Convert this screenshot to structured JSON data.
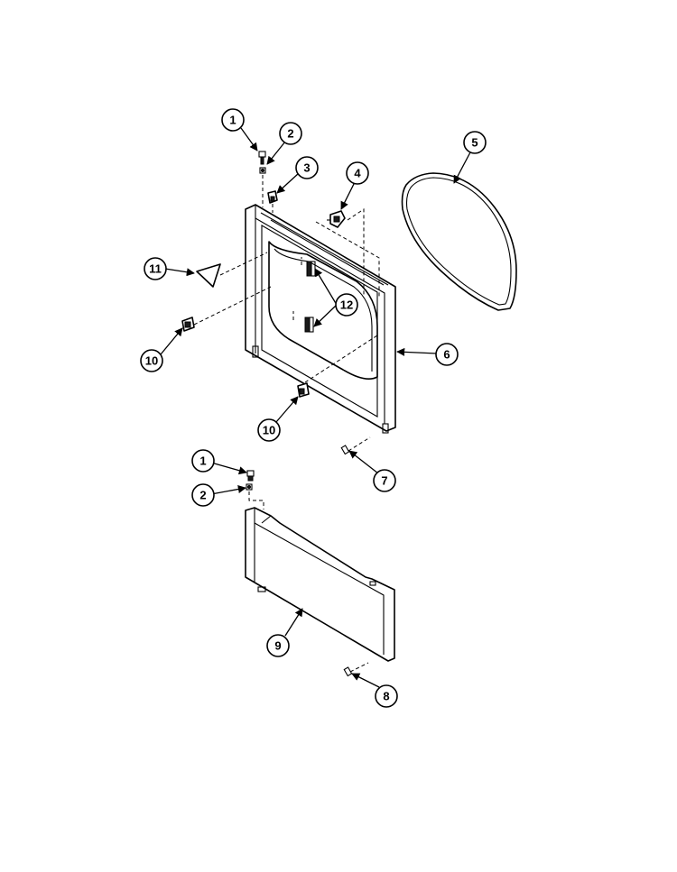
{
  "callouts": [
    {
      "id": "c1a",
      "label": "1"
    },
    {
      "id": "c2a",
      "label": "2"
    },
    {
      "id": "c3",
      "label": "3"
    },
    {
      "id": "c4",
      "label": "4"
    },
    {
      "id": "c5",
      "label": "5"
    },
    {
      "id": "c11",
      "label": "11"
    },
    {
      "id": "c12",
      "label": "12"
    },
    {
      "id": "c10a",
      "label": "10"
    },
    {
      "id": "c6",
      "label": "6"
    },
    {
      "id": "c10b",
      "label": "10"
    },
    {
      "id": "c7",
      "label": "7"
    },
    {
      "id": "c1b",
      "label": "1"
    },
    {
      "id": "c2b",
      "label": "2"
    },
    {
      "id": "c9",
      "label": "9"
    },
    {
      "id": "c8",
      "label": "8"
    }
  ]
}
